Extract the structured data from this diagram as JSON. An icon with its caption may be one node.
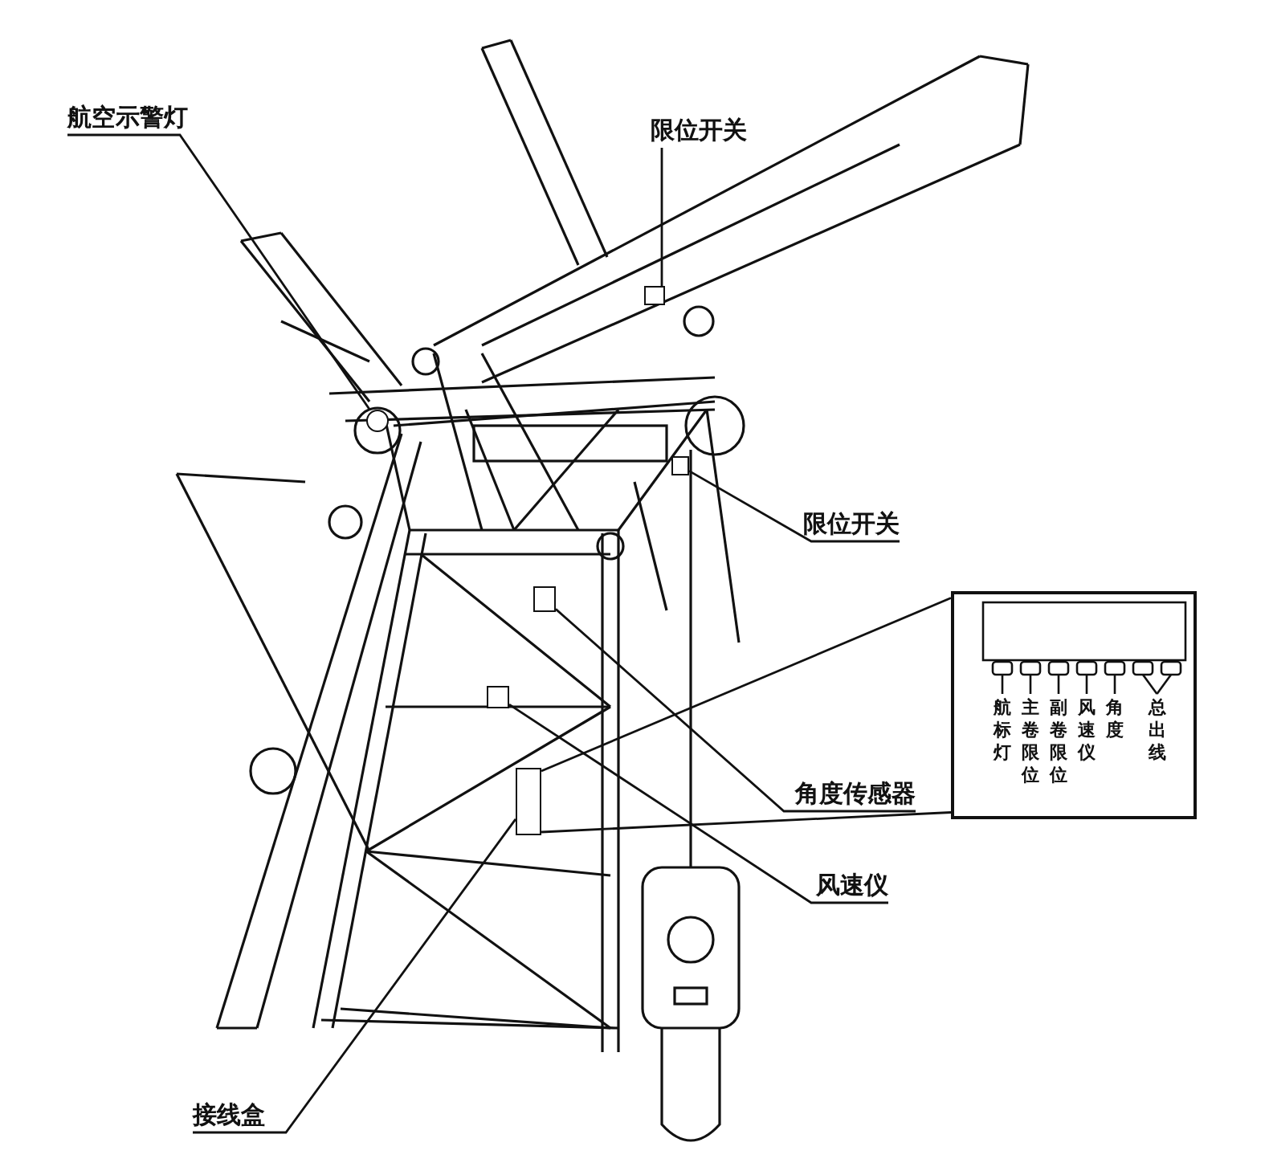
{
  "diagram": {
    "nodes": [
      {
        "text": [
          "航空示警灯"
        ]
      },
      {
        "text": [],
        "shape": "circle"
      },
      {
        "text": [
          "限位开关"
        ]
      },
      {
        "text": [],
        "shape": "box"
      },
      {
        "text": [
          "限位开关"
        ]
      },
      {
        "text": [],
        "shape": "box"
      },
      {
        "text": [
          "角度传感器"
        ]
      },
      {
        "text": [],
        "shape": "box"
      },
      {
        "text": [
          "风速仪"
        ]
      },
      {
        "text": [],
        "shape": "box"
      },
      {
        "text": [
          "接线盒"
        ]
      },
      {
        "text": [],
        "shape": "box"
      },
      {
        "text": [
          "航标灯",
          "主卷限位",
          "副卷限位",
          "风速仪",
          "角度",
          "总出线"
        ]
      }
    ],
    "edges": [
      {
        "from": 0,
        "to": 1,
        "arrow": "none"
      },
      {
        "from": 2,
        "to": 3,
        "arrow": "none"
      },
      {
        "from": 4,
        "to": 5,
        "arrow": "none"
      },
      {
        "from": 6,
        "to": 7,
        "arrow": "none"
      },
      {
        "from": 8,
        "to": 9,
        "arrow": "none"
      },
      {
        "from": 10,
        "to": 11,
        "arrow": "none"
      },
      {
        "from": 11,
        "to": 12,
        "arrow": "none"
      },
      {
        "from": 11,
        "to": 12,
        "arrow": "none"
      }
    ]
  }
}
